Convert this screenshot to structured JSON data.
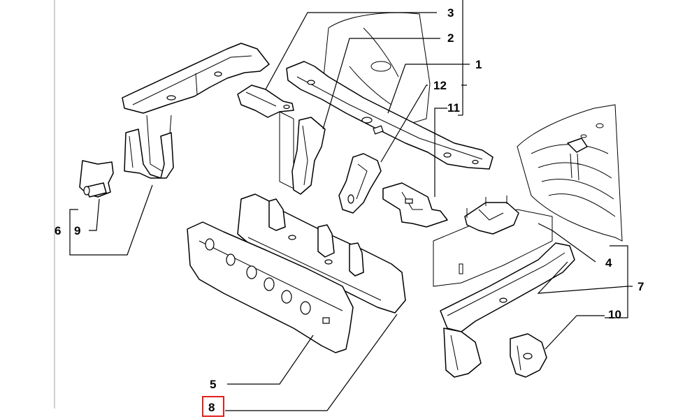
{
  "diagram": {
    "highlight_color": "#e0201c",
    "highlighted_callout": "8",
    "callouts": [
      {
        "id": "c1",
        "label": "1"
      },
      {
        "id": "c2",
        "label": "2"
      },
      {
        "id": "c3",
        "label": "3"
      },
      {
        "id": "c4",
        "label": "4"
      },
      {
        "id": "c5",
        "label": "5"
      },
      {
        "id": "c6",
        "label": "6"
      },
      {
        "id": "c7",
        "label": "7"
      },
      {
        "id": "c8",
        "label": "8"
      },
      {
        "id": "c9",
        "label": "9"
      },
      {
        "id": "c10",
        "label": "10"
      },
      {
        "id": "c11",
        "label": "11"
      },
      {
        "id": "c12",
        "label": "12"
      }
    ]
  }
}
